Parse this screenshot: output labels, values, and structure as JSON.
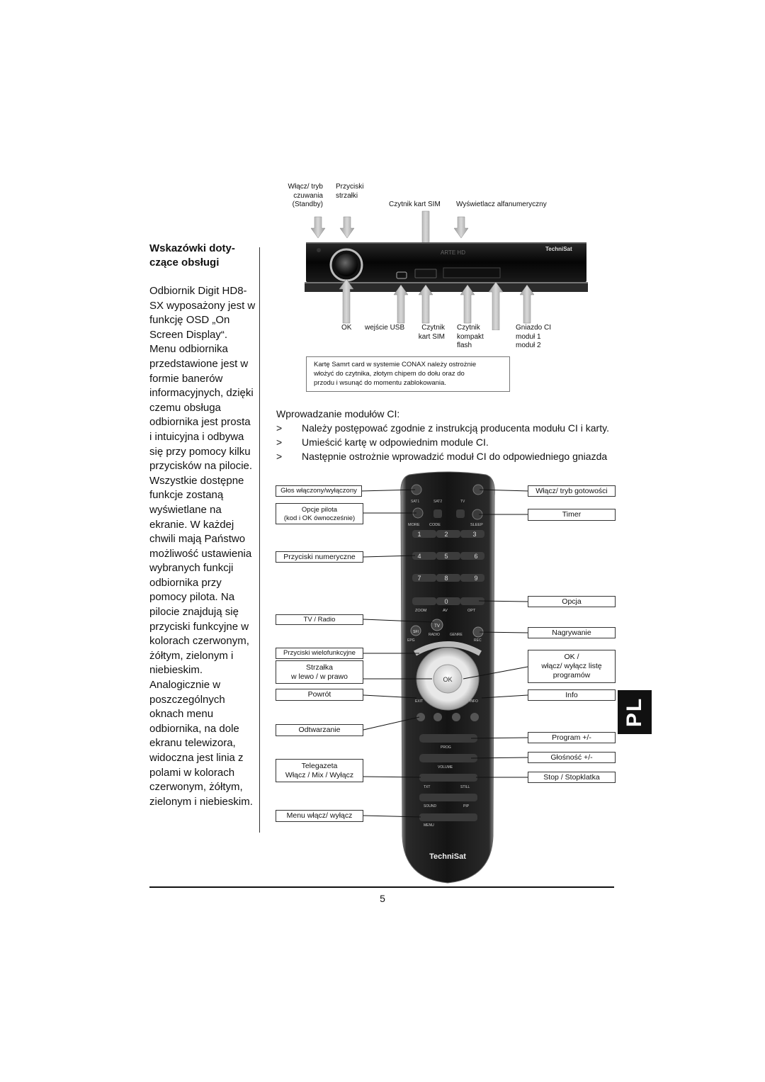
{
  "left": {
    "title_line1": "Wskazówki doty-",
    "title_line2": "czące obsługi",
    "paragraph": "Odbiornik Digit HD8-SX wyposażony jest w funkcję OSD „On Screen Display“. Menu odbiornika przedstawione jest w formie banerów informacyjnych, dzięki czemu obsługa odbiornika jest prosta i intuicyjna i odbywa się przy pomocy kilku przycisków na pilocie. Wszystkie dostępne funkcje zostaną wyświetlane na ekranie. W każdej chwili mają Państwo możliwość ustawienia wybranych funkcji odbiornika przy pomocy pilota. Na pilocie znajdują się przyciski funkcyjne w kolorach czerwonym, żółtym, zielonym i niebieskim. Analogicznie w poszczególnych oknach menu odbiornika, na dole ekranu telewizora, widoczna jest linia z polami w kolorach czerwonym, żółtym, zielonym i niebieskim."
  },
  "receiver": {
    "top_labels": {
      "standby": [
        "Włącz/ tryb",
        "czuwania",
        "(Standby)"
      ],
      "arrows": [
        "Przyciski",
        "strzałki"
      ],
      "sim": "Czytnik kart SIM",
      "display": "Wyświetlacz alfanumeryczny"
    },
    "display_text": "ARTE HD",
    "brand": "TechniSat",
    "bottom_labels": {
      "ok": "OK",
      "usb": "wejście USB",
      "sim": [
        "Czytnik",
        "kart SIM"
      ],
      "flash": [
        "Czytnik",
        "kompakt",
        "flash"
      ],
      "ci": [
        "Gniazdo CI",
        "moduł 1",
        "moduł 2"
      ]
    },
    "note": [
      "Kartę Samrt card w systemie CONAX należy ostrożnie",
      "włożyć do czytnika, złotym chipem do dołu oraz do",
      "przodu i wsunąć do momentu zablokowania."
    ]
  },
  "ci": {
    "heading": "Wprowadzanie modułów CI:",
    "bullet": ">",
    "steps": [
      "Należy postępować zgodnie z instrukcją producenta modułu CI i karty.",
      "Umieścić kartę w odpowiednim module CI.",
      "Następnie ostrożnie wprowadzić moduł CI do odpowiedniego gniazda"
    ]
  },
  "remote": {
    "left_labels": {
      "sound": "Głos włączony/wyłączony",
      "options": [
        "Opcje pilota",
        "(kod i OK ównocześnie)"
      ],
      "numeric": "Przyciski numeryczne",
      "tvradio": "TV / Radio",
      "multi": "Przyciski wielofunkcyjne",
      "arrow": [
        "Strzałka",
        "w lewo / w prawo"
      ],
      "back": "Powrót",
      "play": "Odtwarzanie",
      "teletext": [
        "Telegazeta",
        "Włącz / Mix / Wyłącz"
      ],
      "menu": "Menu włącz/ wyłącz"
    },
    "right_labels": {
      "standby": "Włącz/ tryb gotowości",
      "timer": "Timer",
      "option": "Opcja",
      "record": "Nagrywanie",
      "oklist": [
        "OK /",
        "włącz/ wyłącz listę",
        "programów"
      ],
      "info": "Info",
      "program": "Program +/-",
      "volume": "Głośność  +/-",
      "stop": "Stop / Stopklatka"
    },
    "keys": {
      "sat1": "SAT1",
      "sat2": "SAT2",
      "tv": "TV",
      "more": "MORE",
      "code": "CODE",
      "sleep": "SLEEP",
      "n1": "1",
      "n2": "2",
      "n3": "3",
      "n4": "4",
      "n5": "5",
      "n6": "6",
      "n7": "7",
      "n8": "8",
      "n9": "9",
      "n0": "0",
      "zoom": "ZOOM",
      "av": "AV",
      "opt": "OPT",
      "tvkey": "TV",
      "sfi": "SFI",
      "epg": "EPG",
      "radio": "RADIO",
      "genre": "GENRE",
      "rec": "REC",
      "ok": "OK",
      "exit": "EXIT",
      "info": "INFO",
      "prog": "PROG",
      "volume": "VOLUME",
      "txt": "TXT",
      "still": "STILL",
      "sound": "SOUND",
      "pip": "PIP",
      "menu": "MENU",
      "brand": "TechniSat"
    }
  },
  "footer": {
    "page": "5",
    "lang_tab": "PL"
  }
}
